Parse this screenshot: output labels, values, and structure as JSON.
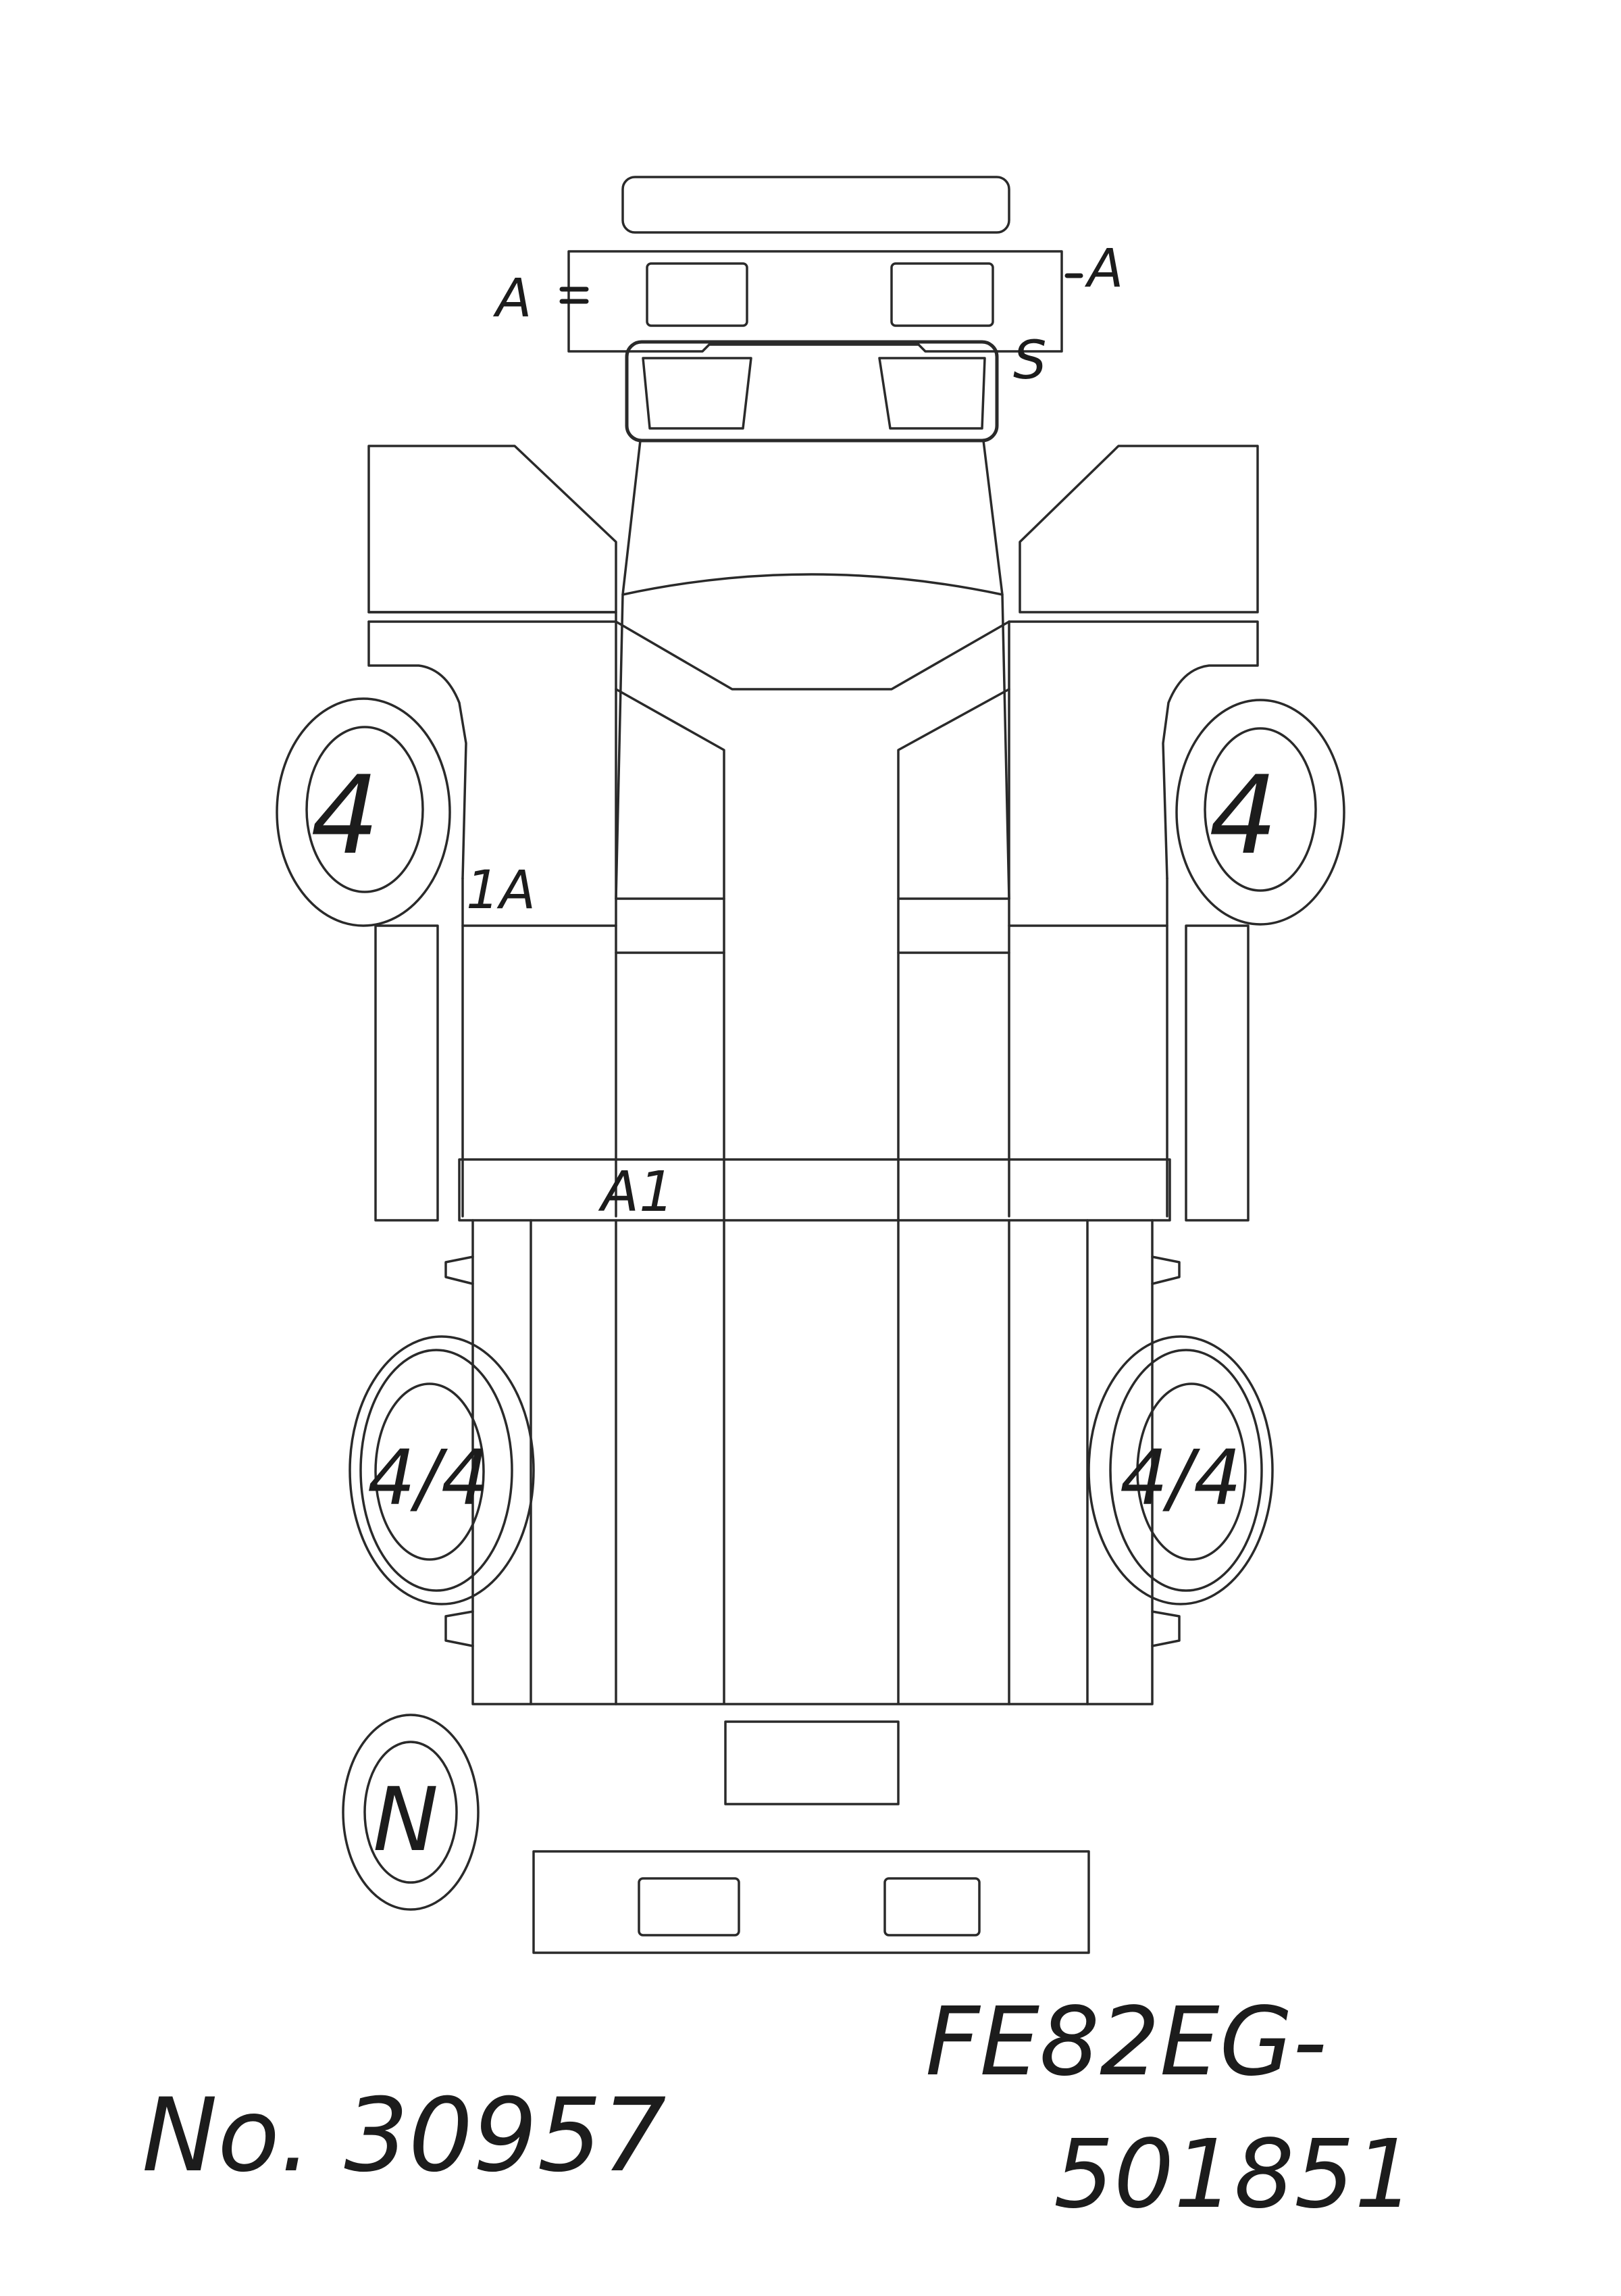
{
  "sheet": {
    "serial_number": "No. 30957",
    "model_code_line1": "FE82EG-",
    "model_code_line2": "501851"
  },
  "marks": {
    "front_bumper_left": "A",
    "front_bumper_right": "A",
    "front_right_lamp": "S",
    "left_cab_side": "1A",
    "rear_cab_panel": "A1",
    "front_left_tire": "4",
    "front_right_tire": "4",
    "rear_left_tire": "4/4",
    "rear_right_tire": "4/4",
    "spare_tire": "N"
  },
  "colors": {
    "line": "#2a2a2a",
    "ink": "#1c1c1c",
    "paper": "#ffffff"
  }
}
